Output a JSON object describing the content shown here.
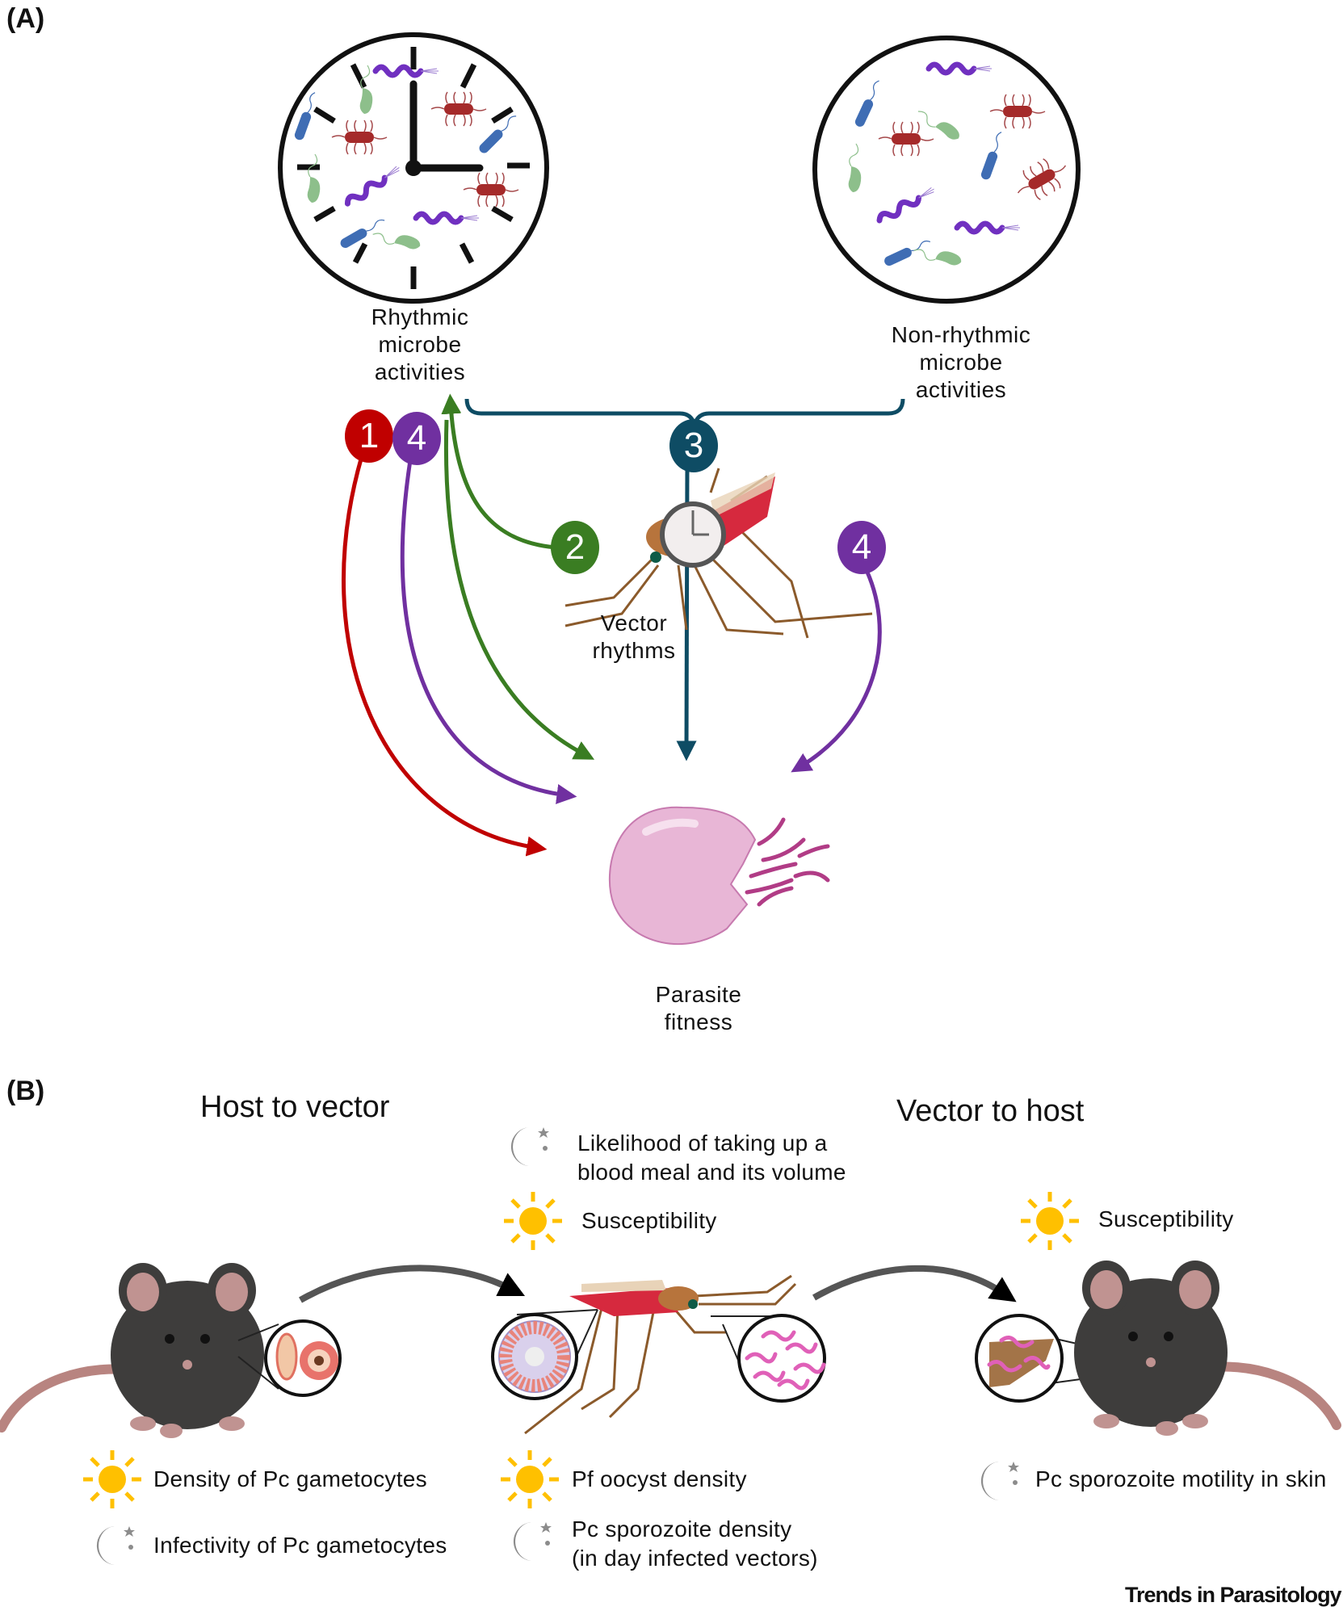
{
  "panel_a": {
    "label": "(A)",
    "rhythmic_caption": [
      "Rhythmic",
      "microbe",
      "activities"
    ],
    "nonrhythmic_caption": [
      "Non-rhythmic",
      "microbe",
      "activities"
    ],
    "vector_caption": [
      "Vector",
      "rhythms"
    ],
    "parasite_caption": [
      "Parasite",
      "fitness"
    ],
    "badges": [
      {
        "id": "1",
        "label": "1",
        "color": "#C00000"
      },
      {
        "id": "4-left",
        "label": "4",
        "color": "#7030A0"
      },
      {
        "id": "3",
        "label": "3",
        "color": "#0E4C64"
      },
      {
        "id": "2",
        "label": "2",
        "color": "#3A7D22"
      },
      {
        "id": "4-right",
        "label": "4",
        "color": "#7030A0"
      }
    ],
    "icons": [
      "clock-microbiome-icon",
      "microbiome-circle-icon",
      "mosquito-clock-icon",
      "parasite-cell-icon"
    ]
  },
  "panel_b": {
    "label": "(B)",
    "host_to_vector_title": "Host to vector",
    "vector_to_host_title": "Vector to host",
    "vector_top_facts": [
      {
        "icon": "moon-icon",
        "lines": [
          "Likelihood of taking up a",
          "blood meal and its volume"
        ]
      },
      {
        "icon": "sun-icon",
        "lines": [
          "Susceptibility"
        ]
      }
    ],
    "host2_top_facts": [
      {
        "icon": "sun-icon",
        "lines": [
          "Susceptibility"
        ]
      }
    ],
    "host1_facts": [
      {
        "icon": "sun-icon",
        "lines": [
          "Density of  Pc gametocytes"
        ]
      },
      {
        "icon": "moon-icon",
        "lines": [
          "Infectivity  of Pc gametocytes"
        ]
      }
    ],
    "vector_facts": [
      {
        "icon": "sun-icon",
        "lines": [
          "Pf oocyst density"
        ]
      },
      {
        "icon": "moon-icon",
        "lines": [
          "Pc sporozoite density",
          "(in day infected vectors)"
        ]
      }
    ],
    "host2_facts": [
      {
        "icon": "moon-icon",
        "lines": [
          "Pc sporozoite motility in skin"
        ]
      }
    ]
  },
  "footer": {
    "journal": "Trends in Parasitology"
  },
  "colors": {
    "red": "#C00000",
    "purple": "#7030A0",
    "green": "#3A7D22",
    "teal": "#0E4C64",
    "sun": "#FFC000",
    "moon": "#8C8C8C",
    "parasite": "#E8B6D6",
    "mouse": "#3E3D3C"
  }
}
